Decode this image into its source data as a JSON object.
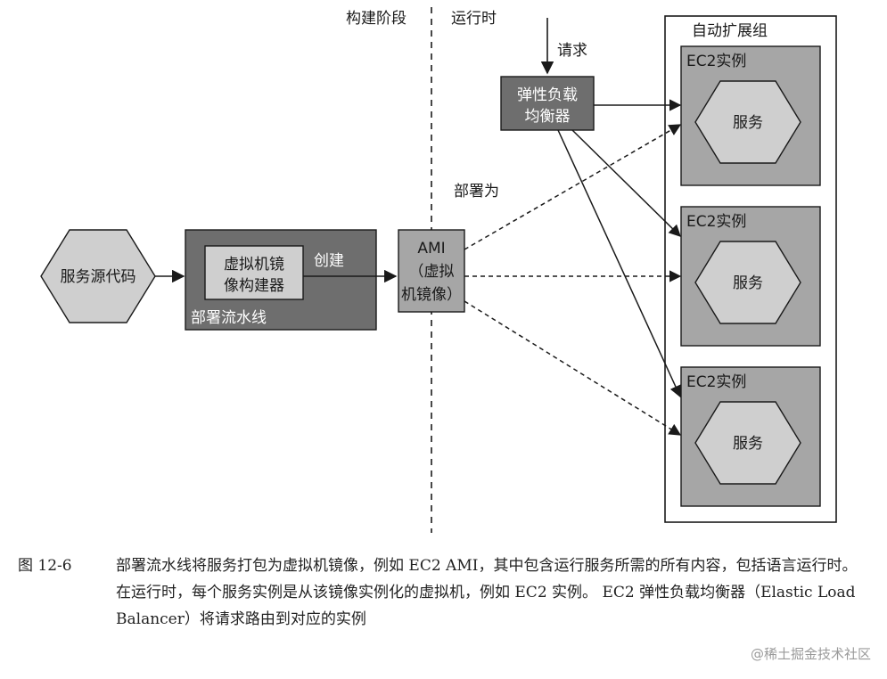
{
  "diagram": {
    "phase_build": "构建阶段",
    "phase_runtime": "运行时",
    "request_label": "请求",
    "elb_label_line1": "弹性负载",
    "elb_label_line2": "均衡器",
    "deploy_as_label": "部署为",
    "source_code_label": "服务源代码",
    "pipeline_label": "部署流水线",
    "image_builder_line1": "虚拟机镜",
    "image_builder_line2": "像构建器",
    "create_label": "创建",
    "ami_line1": "AMI",
    "ami_line2": "（虚拟",
    "ami_line3": "机镜像）",
    "asg_label": "自动扩展组",
    "instances": [
      {
        "title": "EC2实例",
        "service": "服务"
      },
      {
        "title": "EC2实例",
        "service": "服务"
      },
      {
        "title": "EC2实例",
        "service": "服务"
      }
    ]
  },
  "caption": {
    "figure_number": "图 12-6",
    "text": "部署流水线将服务打包为虚拟机镜像，例如 EC2 AMI，其中包含运行服务所需的所有内容，包括语言运行时。在运行时，每个服务实例是从该镜像实例化的虚拟机，例如 EC2 实例。 EC2 弹性负载均衡器（Elastic Load Balancer）将请求路由到对应的实例"
  },
  "watermark": "@稀土掘金技术社区",
  "colors": {
    "dark_gray": "#6e6e6e",
    "mid_gray": "#a6a6a6",
    "light_gray": "#cfcfcf",
    "line": "#1a1a1a"
  }
}
